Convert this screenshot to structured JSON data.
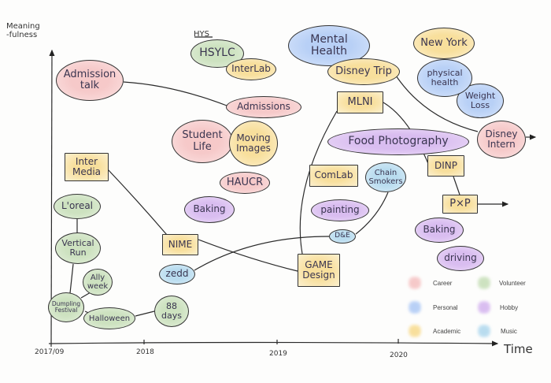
{
  "axes": {
    "y_label": "Meaning\n-fulness",
    "x_label": "Time",
    "ticks": [
      "2017/09",
      "2018",
      "2019",
      "2020"
    ]
  },
  "struck_text": "HYS",
  "categories": {
    "career": {
      "label": "Career",
      "color": "#f6c9c9"
    },
    "volunteer": {
      "label": "Volunteer",
      "color": "#cde2c0"
    },
    "personal": {
      "label": "Personal",
      "color": "#b8d0f6"
    },
    "hobby": {
      "label": "Hobby",
      "color": "#d9bdf0"
    },
    "academic": {
      "label": "Academic",
      "color": "#f8df9c"
    },
    "music": {
      "label": "Music",
      "color": "#b9dcef"
    }
  },
  "nodes": {
    "admission_talk": "Admission\ntalk",
    "hsylc": "HSYLC",
    "interlab": "InterLab",
    "admissions": "Admissions",
    "student_life": "Student\nLife",
    "moving_images": "Moving\nImages",
    "haucr": "HAUCR",
    "inter_media": "Inter\nMedia",
    "baking_1": "Baking",
    "nime": "NIME",
    "zedd": "zedd",
    "loreal": "L'oreal",
    "vertical_run": "Vertical\nRun",
    "ally_week": "Ally\nweek",
    "dumpling_festival": "Dumpling\nFestival",
    "halloween": "Halloween",
    "days_88": "88\ndays",
    "mental_health": "Mental\nHealth",
    "disney_trip": "Disney Trip",
    "new_york": "New York",
    "physical_health": "physical\nhealth",
    "weight_loss": "Weight\nLoss",
    "disney_intern": "Disney\nIntern",
    "mlni": "MLNI",
    "food_photography": "Food  Photography",
    "dinp": "DINP",
    "comlab": "ComLab",
    "chain_smokers": "Chain\nSmokers",
    "painting": "painting",
    "d_e": "D&E",
    "game_design": "GAME\nDesign",
    "pxp": "P×P",
    "baking_2": "Baking",
    "driving": "driving"
  }
}
